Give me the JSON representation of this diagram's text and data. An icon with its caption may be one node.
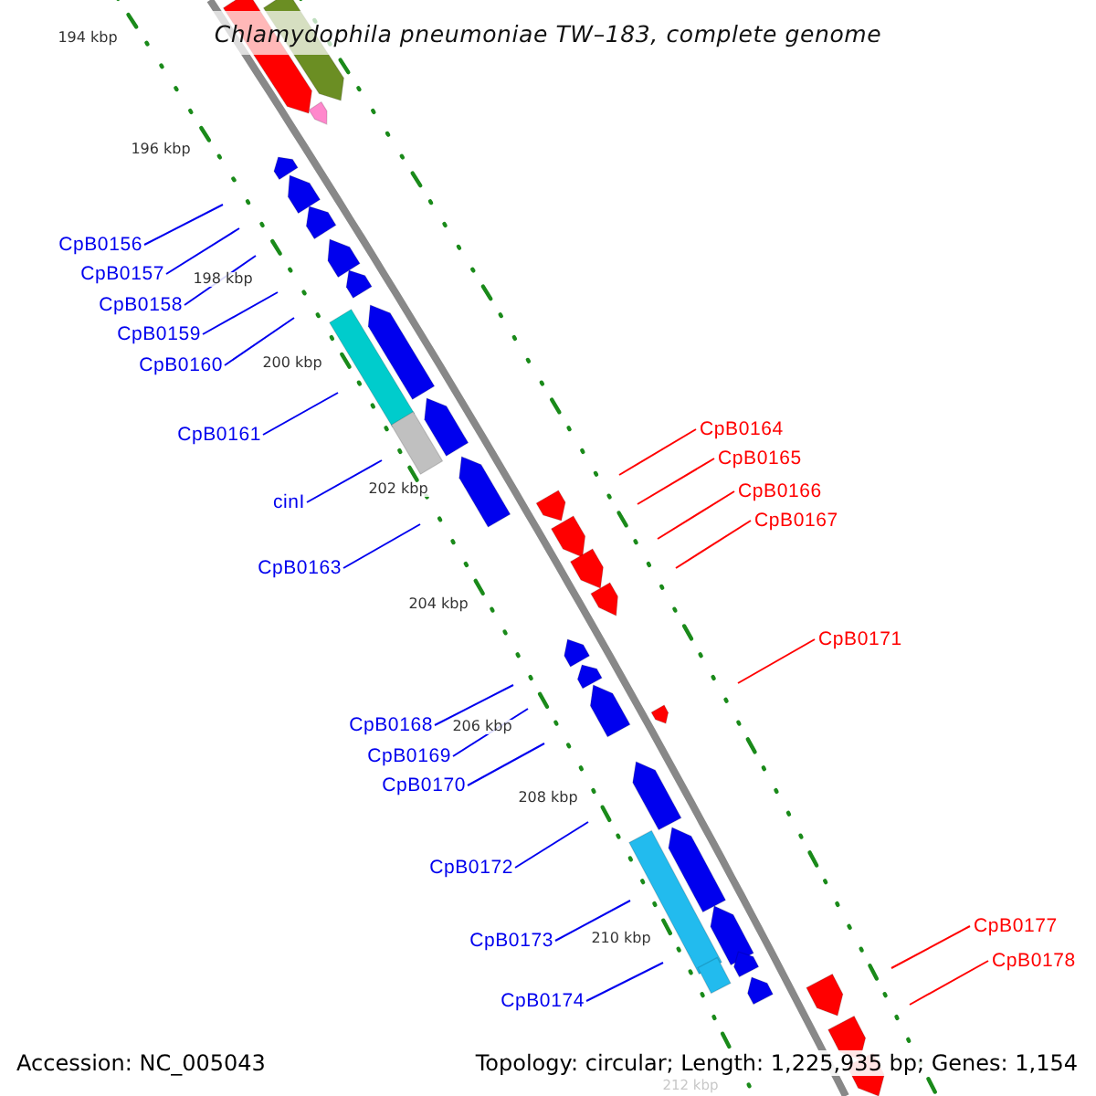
{
  "diagram": {
    "title": "Chlamydophila pneumoniae TW–183, complete genome",
    "nodes": [
      {
        "text": [
          "CpB0156"
        ]
      },
      {
        "text": [
          "CpB0157"
        ]
      },
      {
        "text": [
          "CpB0158"
        ]
      },
      {
        "text": [
          "CpB0159"
        ]
      },
      {
        "text": [
          "CpB0160"
        ]
      },
      {
        "text": [
          "CpB0164"
        ]
      },
      {
        "text": [
          "CpB0161"
        ]
      },
      {
        "text": [
          "CpB0165"
        ]
      },
      {
        "text": [
          "CpB0166"
        ]
      },
      {
        "text": [
          "cinI"
        ]
      },
      {
        "text": [
          "CpB0167"
        ]
      },
      {
        "text": [
          "CpB0163"
        ]
      },
      {
        "text": [
          "CpB0171"
        ]
      },
      {
        "text": [
          "CpB0168"
        ]
      },
      {
        "text": [
          "CpB0169"
        ]
      },
      {
        "text": [
          "CpB0170"
        ]
      },
      {
        "text": [
          "CpB0172"
        ]
      },
      {
        "text": [
          "CpB0177"
        ]
      },
      {
        "text": [
          "CpB0173"
        ]
      },
      {
        "text": [
          "CpB0178"
        ]
      },
      {
        "text": [
          "CpB0174"
        ]
      }
    ],
    "edges": [
      {
        "from": 0,
        "to": null,
        "arrow": "none"
      },
      {
        "from": 1,
        "to": null,
        "arrow": "none"
      },
      {
        "from": 2,
        "to": null,
        "arrow": "none"
      },
      {
        "from": 3,
        "to": null,
        "arrow": "none"
      },
      {
        "from": 4,
        "to": null,
        "arrow": "none"
      },
      {
        "from": 5,
        "to": null,
        "arrow": "none",
        "color": "#ff0000"
      },
      {
        "from": 6,
        "to": null,
        "arrow": "none"
      },
      {
        "from": 7,
        "to": null,
        "arrow": "none",
        "color": "#ff0000"
      },
      {
        "from": 8,
        "to": null,
        "arrow": "none",
        "color": "#ff0000"
      },
      {
        "from": 9,
        "to": null,
        "arrow": "none"
      },
      {
        "from": 10,
        "to": null,
        "arrow": "none",
        "color": "#ff0000"
      },
      {
        "from": 11,
        "to": null,
        "arrow": "none"
      },
      {
        "from": 12,
        "to": null,
        "arrow": "none",
        "color": "#ff0000"
      },
      {
        "from": 13,
        "to": null,
        "arrow": "none"
      },
      {
        "from": 14,
        "to": null,
        "arrow": "none"
      },
      {
        "from": 15,
        "to": null,
        "arrow": "none"
      },
      {
        "from": 16,
        "to": null,
        "arrow": "none"
      },
      {
        "from": 17,
        "to": null,
        "arrow": "none",
        "color": "#ff0000"
      },
      {
        "from": 18,
        "to": null,
        "arrow": "none"
      },
      {
        "from": 19,
        "to": null,
        "arrow": "none",
        "color": "#ff0000"
      },
      {
        "from": 20,
        "to": null,
        "arrow": "none"
      }
    ],
    "labels": [
      "194 kbp",
      "196 kbp",
      "198 kbp",
      "200 kbp",
      "202 kbp",
      "204 kbp",
      "206 kbp",
      "208 kbp",
      "210 kbp",
      "212 kbp",
      "Accession: NC_005043",
      "Topology: circular; Length: 1,225,935 bp; Genes: 1,154"
    ]
  }
}
